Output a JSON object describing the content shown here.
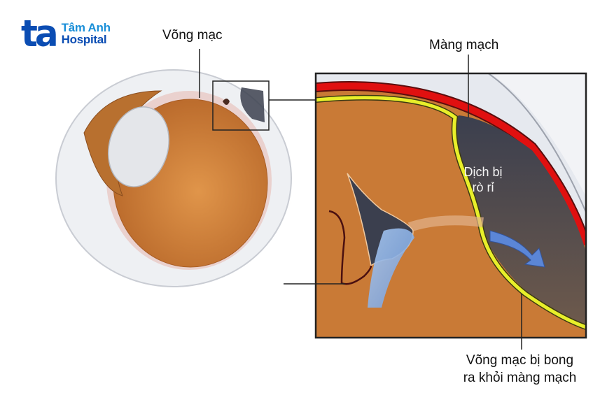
{
  "logo": {
    "mark": "ta",
    "line1": "Tâm Anh",
    "line2": "Hospital",
    "colors": {
      "mark": "#0b4db3",
      "line1": "#1a8fd8",
      "line2": "#0b4db3"
    }
  },
  "diagram": {
    "title": "Retinal detachment – eye cross-section with magnified inset",
    "labels": {
      "retina": "Võng mạc",
      "choroid": "Màng mạch",
      "leaked_fluid_line1": "Dịch bị",
      "leaked_fluid_line2": "rò rỉ",
      "detached_line1": "Võng mạc bị bong",
      "detached_line2": "ra khỏi màng mạch",
      "retinal_tear": ""
    },
    "colors": {
      "choroid_layer": "#e01010",
      "retina_layer": "#e8ef2a",
      "vitreous": "#c8732f",
      "fluid": "#4a4a55",
      "flow_arrow": "#5b86d6",
      "sclera": "#e9ecf1",
      "inset_border": "#222222"
    }
  }
}
